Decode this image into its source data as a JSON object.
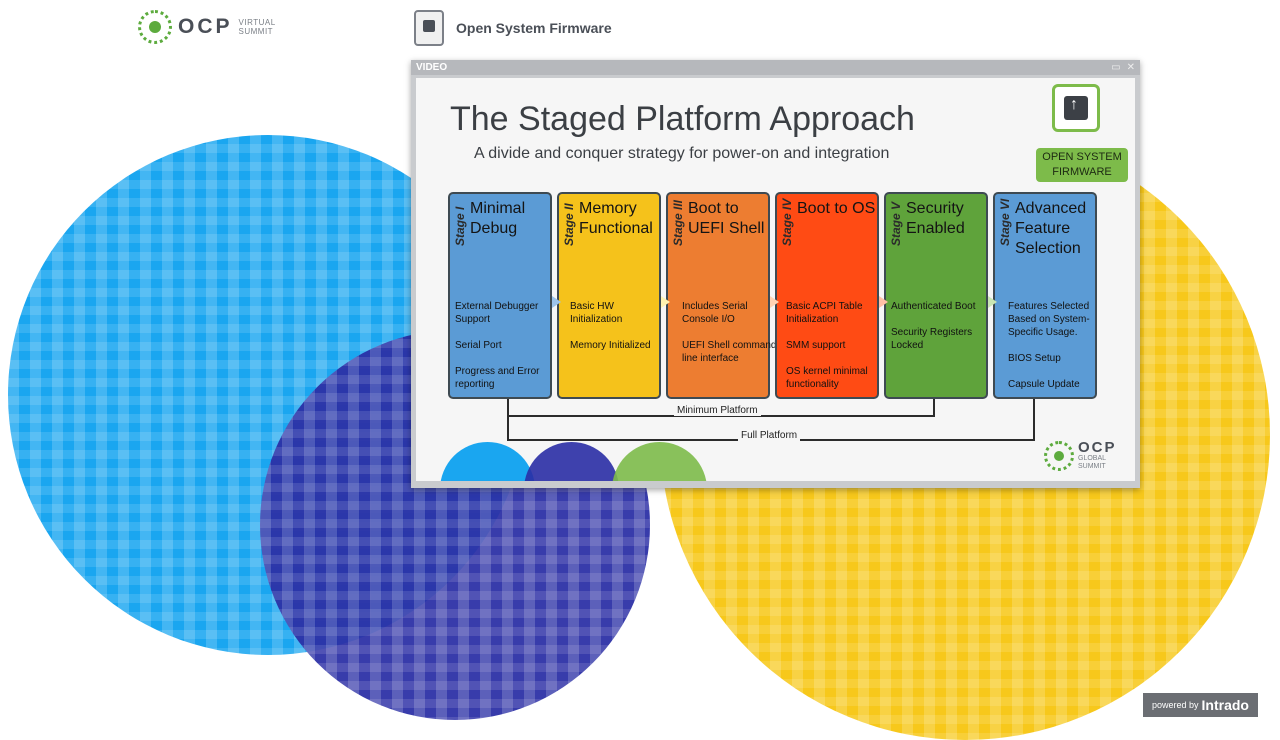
{
  "header": {
    "ocp_logo": {
      "word": "OCP",
      "sub_line1": "VIRTUAL",
      "sub_line2": "SUMMIT"
    },
    "osf_logo": {
      "text": "Open System Firmware"
    }
  },
  "video_window": {
    "label": "VIDEO"
  },
  "slide": {
    "title": "The Staged Platform Approach",
    "subtitle": "A divide and conquer strategy for power-on and integration",
    "badge_line1": "OPEN SYSTEM",
    "badge_line2": "FIRMWARE",
    "stages": [
      {
        "tag": "Stage I",
        "heading": "Minimal Debug",
        "color": "#5b9bd5",
        "items": [
          "External Debugger Support",
          "Serial Port",
          "Progress and Error reporting"
        ]
      },
      {
        "tag": "Stage II",
        "heading": "Memory Functional",
        "color": "#f5c21b",
        "items": [
          "Basic HW Initialization",
          "Memory Initialized"
        ]
      },
      {
        "tag": "Stage III",
        "heading": "Boot to UEFI Shell",
        "color": "#ed7d31",
        "items": [
          "Includes Serial Console I/O",
          "UEFI Shell command line interface"
        ]
      },
      {
        "tag": "Stage IV",
        "heading": "Boot to OS",
        "color": "#ff4b14",
        "items": [
          "Basic ACPI Table Initialization",
          "SMM support",
          "OS kernel minimal functionality"
        ]
      },
      {
        "tag": "Stage V",
        "heading": "Security Enabled",
        "color": "#5fa33b",
        "items": [
          "Authenticated Boot",
          "Security Registers Locked"
        ]
      },
      {
        "tag": "Stage VI",
        "heading": "Advanced Feature Selection",
        "color": "#5b9bd5",
        "items": [
          "Features Selected Based on System-Specific Usage.",
          "BIOS Setup",
          "Capsule Update"
        ]
      }
    ],
    "brackets": {
      "minimum": "Minimum Platform",
      "full": "Full Platform"
    },
    "footer_logo": {
      "word": "OCP",
      "sub_line1": "GLOBAL",
      "sub_line2": "SUMMIT"
    }
  },
  "watermark": {
    "powered": "powered by",
    "brand": "Intrado"
  },
  "colors": {
    "light_blue": "#1aa6f0",
    "navy": "#2a2ea5",
    "yellow": "#f7c81b",
    "ocp_green": "#5dab3e"
  }
}
